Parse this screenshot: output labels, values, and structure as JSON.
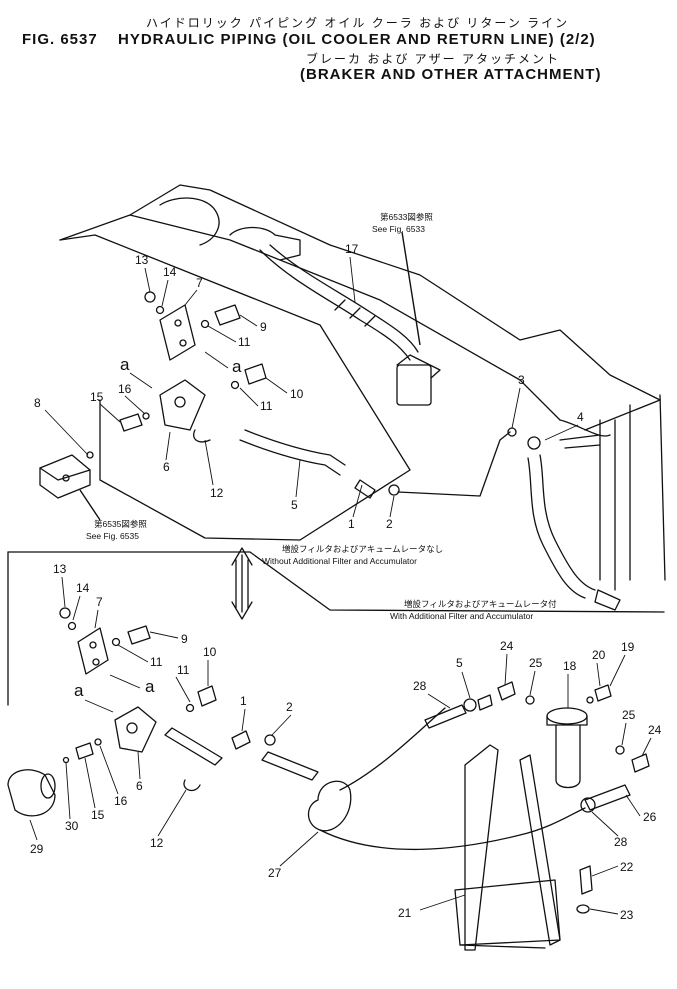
{
  "header": {
    "jp_line1": "ハイドロリック パイピング オイル クーラ および リターン ライン",
    "fig_label": "FIG. 6537",
    "title_line1": "HYDRAULIC PIPING (OIL COOLER AND RETURN LINE) (2/2)",
    "jp_line2": "ブレーカ および アザー アタッチメント",
    "title_line2": "(BRAKER AND OTHER ATTACHMENT)"
  },
  "notes": {
    "ref_6533_jp": "第6533図参照",
    "ref_6533_en": "See Fig. 6533",
    "ref_6535_jp": "第6535図参照",
    "ref_6535_en": "See Fig. 6535",
    "without_jp": "増設フィルタおよびアキュームレータなし",
    "without_en": "Without Additional Filter and Accumulator",
    "with_jp": "増設フィルタおよびアキュームレータ付",
    "with_en": "With Additional Filter and Accumulator"
  },
  "callouts_top": [
    {
      "n": "13"
    },
    {
      "n": "14"
    },
    {
      "n": "7"
    },
    {
      "n": "9"
    },
    {
      "n": "11"
    },
    {
      "n": "a"
    },
    {
      "n": "a"
    },
    {
      "n": "10"
    },
    {
      "n": "11"
    },
    {
      "n": "15"
    },
    {
      "n": "16"
    },
    {
      "n": "8"
    },
    {
      "n": "6"
    },
    {
      "n": "12"
    },
    {
      "n": "5"
    },
    {
      "n": "1"
    },
    {
      "n": "2"
    },
    {
      "n": "17"
    },
    {
      "n": "3"
    },
    {
      "n": "4"
    }
  ],
  "callouts_bottom": [
    {
      "n": "13"
    },
    {
      "n": "14"
    },
    {
      "n": "7"
    },
    {
      "n": "9"
    },
    {
      "n": "11"
    },
    {
      "n": "a"
    },
    {
      "n": "11"
    },
    {
      "n": "10"
    },
    {
      "n": "a"
    },
    {
      "n": "1"
    },
    {
      "n": "2"
    },
    {
      "n": "28"
    },
    {
      "n": "5"
    },
    {
      "n": "24"
    },
    {
      "n": "25"
    },
    {
      "n": "18"
    },
    {
      "n": "20"
    },
    {
      "n": "19"
    },
    {
      "n": "25"
    },
    {
      "n": "24"
    },
    {
      "n": "6"
    },
    {
      "n": "16"
    },
    {
      "n": "15"
    },
    {
      "n": "30"
    },
    {
      "n": "29"
    },
    {
      "n": "12"
    },
    {
      "n": "27"
    },
    {
      "n": "26"
    },
    {
      "n": "28"
    },
    {
      "n": "22"
    },
    {
      "n": "21"
    },
    {
      "n": "23"
    }
  ]
}
